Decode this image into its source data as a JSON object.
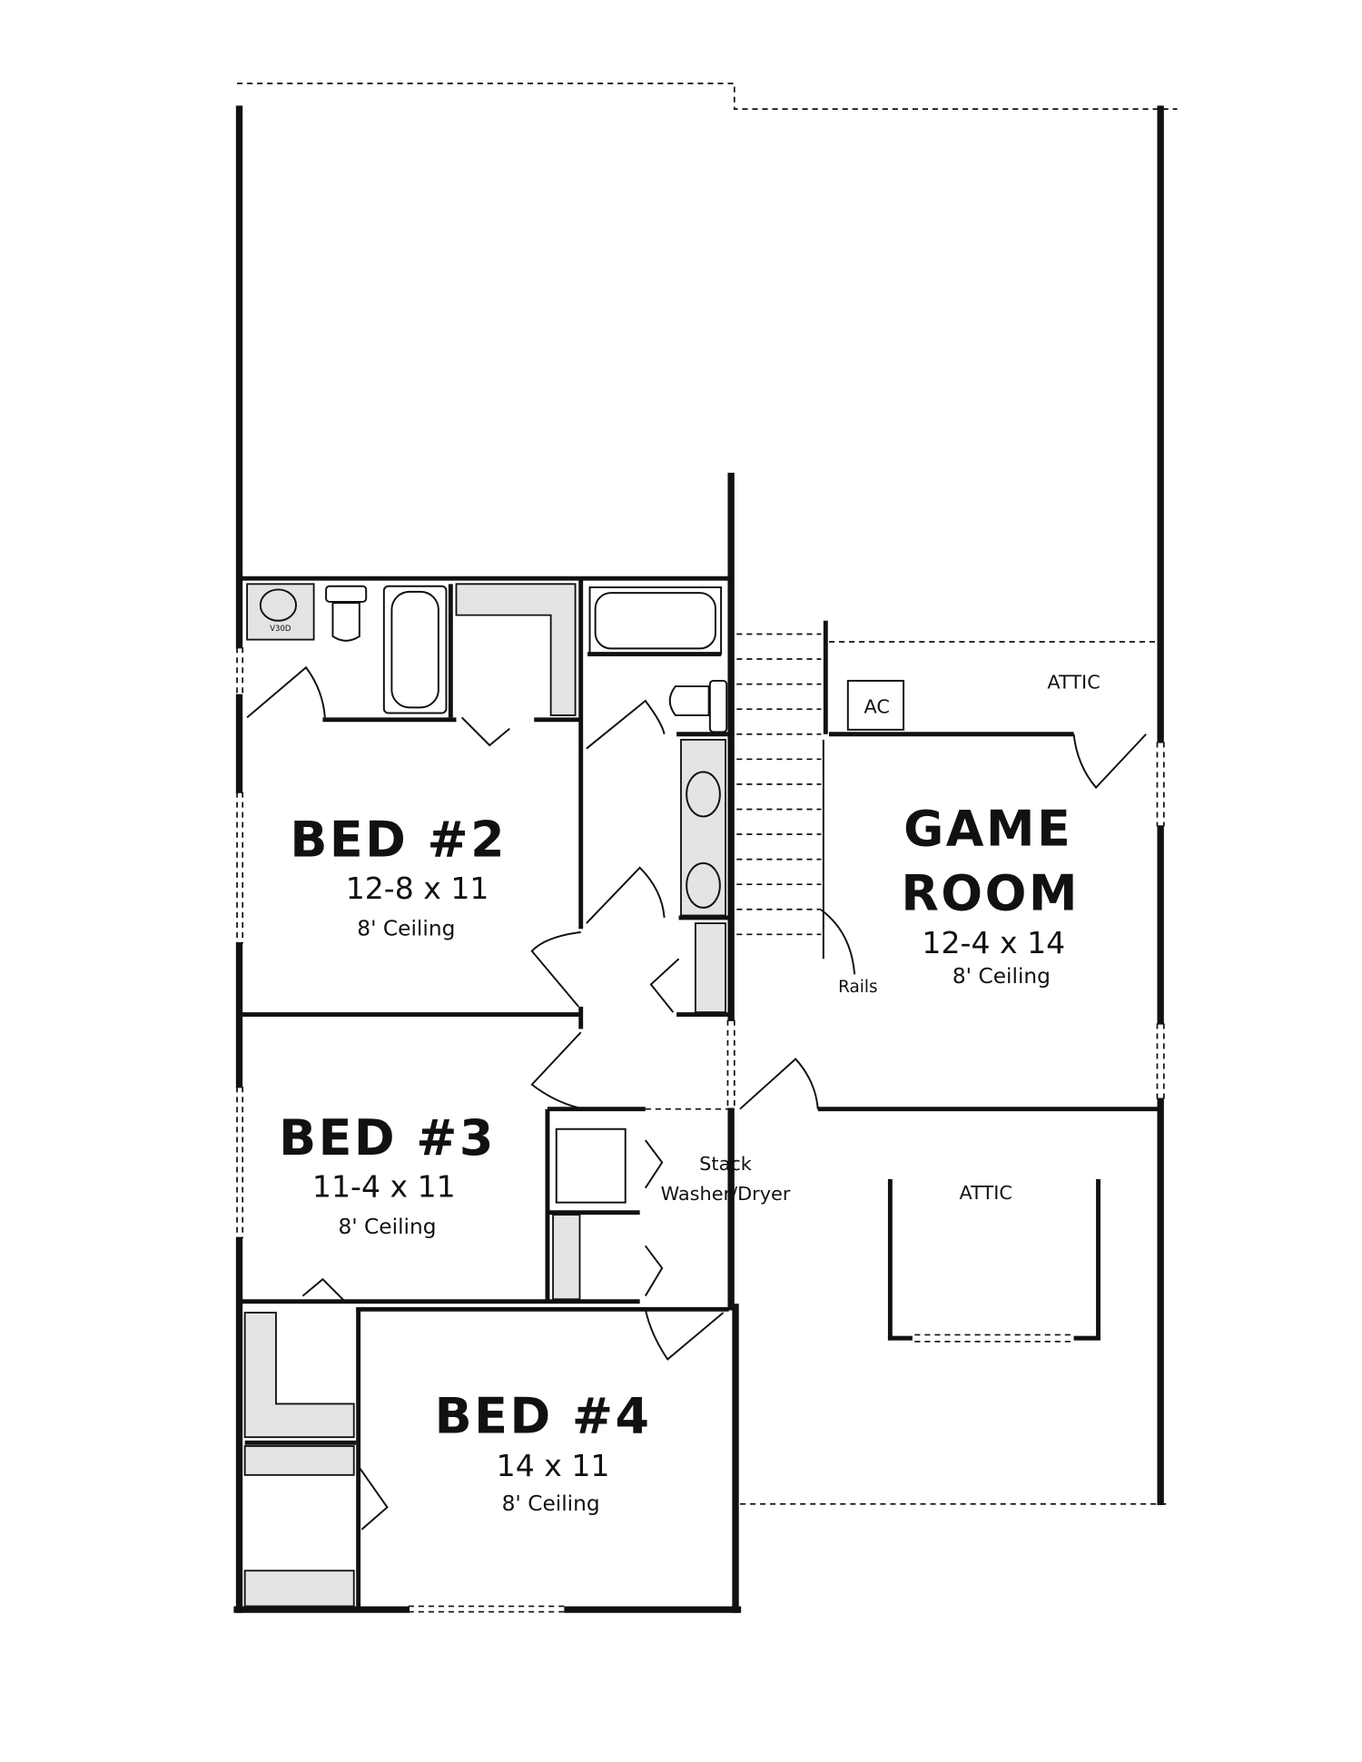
{
  "rooms": {
    "bed2": {
      "name": "BED #2",
      "size": "12-8 x 11",
      "ceiling": "8' Ceiling"
    },
    "bed3": {
      "name": "BED #3",
      "size": "11-4 x 11",
      "ceiling": "8' Ceiling"
    },
    "bed4": {
      "name": "BED #4",
      "size": "14 x 11",
      "ceiling": "8' Ceiling"
    },
    "game": {
      "name_line1": "GAME",
      "name_line2": "ROOM",
      "size": "12-4 x 14",
      "ceiling": "8' Ceiling"
    }
  },
  "labels": {
    "attic_top": "ATTIC",
    "attic_bottom": "ATTIC",
    "ac": "AC",
    "rails": "Rails",
    "stack": "Stack",
    "washer_dryer": "Washer/Dryer",
    "sink_tag": "V30D"
  }
}
